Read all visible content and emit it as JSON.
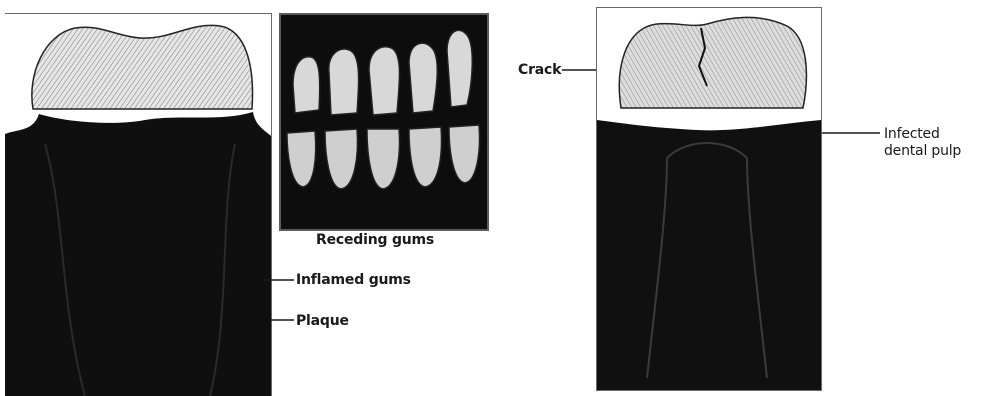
{
  "labels": {
    "receding_gums": "Receding gums",
    "inflamed_gums": "Inflamed gums",
    "plaque": "Plaque",
    "crack": "Crack",
    "infected_pulp_line1": "Infected",
    "infected_pulp_line2": "dental pulp"
  },
  "colors": {
    "ink": "#0d0d0d",
    "gum_dark": "#111111",
    "enamel": "#d6d6d6",
    "frame": "#6a6a6a"
  }
}
